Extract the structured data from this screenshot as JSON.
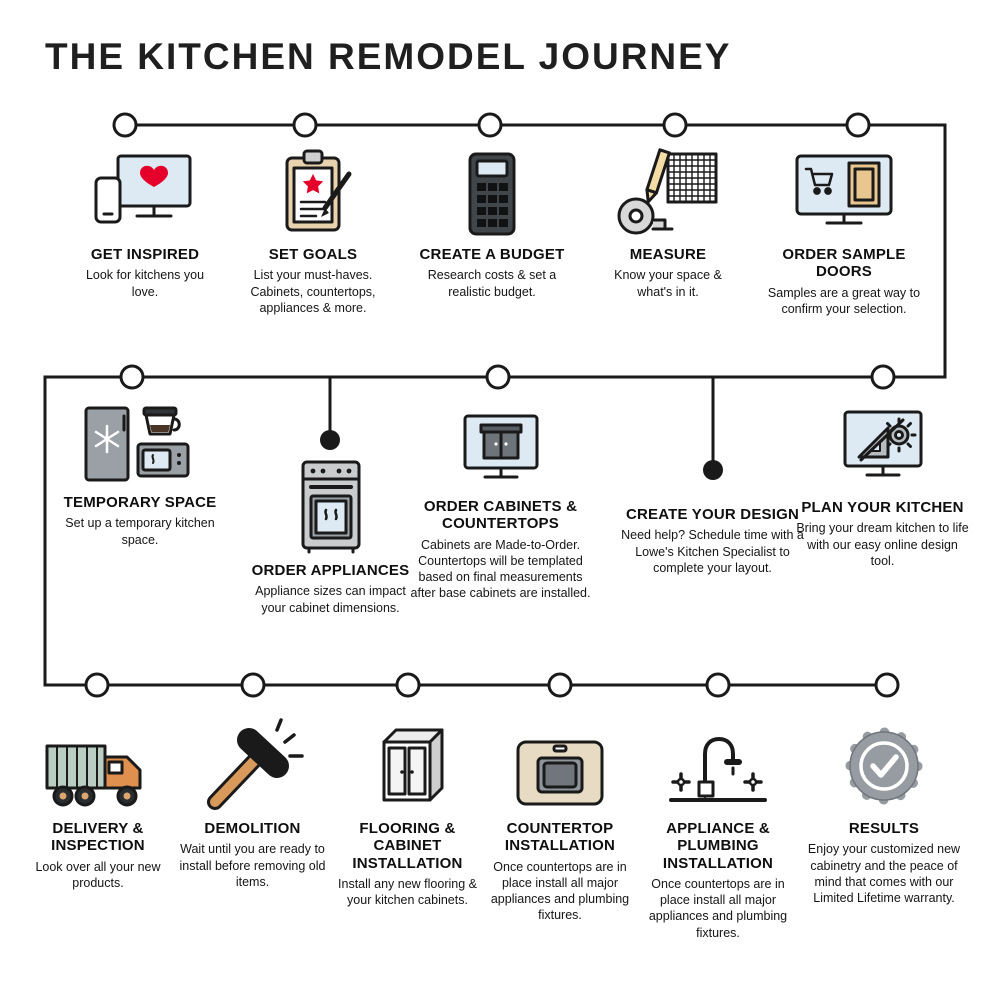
{
  "title": "THE KITCHEN REMODEL JOURNEY",
  "colors": {
    "line": "#1a1a1a",
    "accent-red": "#e4002b",
    "screen-blue": "#ddeaf3",
    "wood-tan": "#e9c58f",
    "appliance-gray": "#9aa0a6",
    "truck-green": "#b9cdc2",
    "truck-orange": "#df8f4e"
  },
  "steps": [
    {
      "title": "GET INSPIRED",
      "description": "Look for kitchens you love.",
      "icon": "monitor-heart-icon"
    },
    {
      "title": "SET GOALS",
      "description": "List your must-haves. Cabinets, countertops, appliances & more.",
      "icon": "clipboard-star-icon"
    },
    {
      "title": "CREATE A BUDGET",
      "description": "Research costs & set a realistic budget.",
      "icon": "calculator-icon"
    },
    {
      "title": "MEASURE",
      "description": "Know your space & what's in it.",
      "icon": "tape-measure-grid-icon"
    },
    {
      "title": "ORDER SAMPLE DOORS",
      "description": "Samples are a great way to confirm your selection.",
      "icon": "monitor-cart-door-icon"
    },
    {
      "title": "PLAN YOUR KITCHEN",
      "description": "Bring your dream kitchen to life with our easy online design tool.",
      "icon": "monitor-design-tools-icon"
    },
    {
      "title": "CREATE YOUR DESIGN",
      "description": "Need help? Schedule time with a Lowe's Kitchen Specialist to complete your layout.",
      "icon": "filled-node-icon"
    },
    {
      "title": "ORDER CABINETS & COUNTERTOPS",
      "description": "Cabinets are Made-to-Order. Countertops will be templated based on final measurements after base cabinets are installed.",
      "icon": "monitor-cabinet-icon"
    },
    {
      "title": "ORDER APPLIANCES",
      "description": "Appliance sizes can impact your cabinet dimensions.",
      "icon": "range-oven-icon"
    },
    {
      "title": "TEMPORARY SPACE",
      "description": "Set up a temporary kitchen space.",
      "icon": "fridge-coffee-microwave-icon"
    },
    {
      "title": "DELIVERY & INSPECTION",
      "description": "Look over all your new products.",
      "icon": "delivery-truck-icon"
    },
    {
      "title": "DEMOLITION",
      "description": "Wait until you are ready to install before removing old items.",
      "icon": "sledgehammer-icon"
    },
    {
      "title": "FLOORING & CABINET INSTALLATION",
      "description": "Install any new flooring & your kitchen cabinets.",
      "icon": "base-cabinet-icon"
    },
    {
      "title": "COUNTERTOP INSTALLATION",
      "description": "Once countertops are in place install all major appliances and plumbing fixtures.",
      "icon": "countertop-sink-icon"
    },
    {
      "title": "APPLIANCE & PLUMBING INSTALLATION",
      "description": "Once countertops are in place install all major appliances and plumbing fixtures.",
      "icon": "faucet-icon"
    },
    {
      "title": "RESULTS",
      "description": "Enjoy your customized new cabinetry and the peace of mind that comes with our Limited Lifetime warranty.",
      "icon": "warranty-badge-icon"
    }
  ]
}
